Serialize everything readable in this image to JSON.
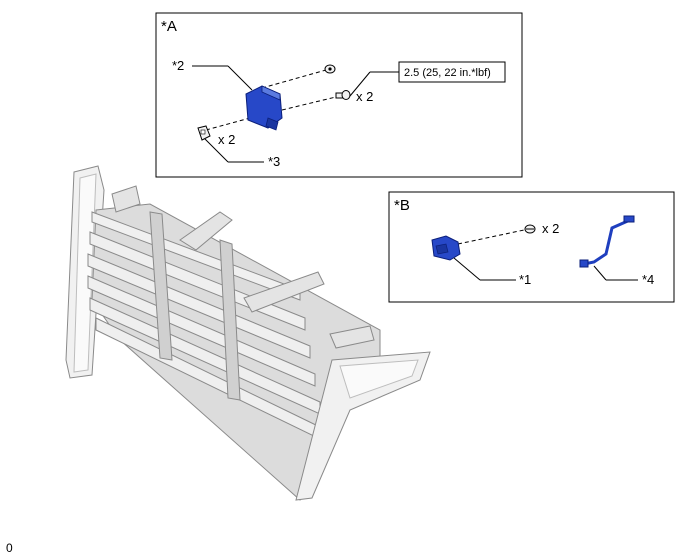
{
  "view_a": {
    "label": "*A"
  },
  "view_b": {
    "label": "*B"
  },
  "callouts": {
    "c1": "*1",
    "c2": "*2",
    "c3": "*3",
    "c4": "*4"
  },
  "quantities": {
    "bolt_a": "x 2",
    "clip_a": "x 2",
    "screw_b": "x 2"
  },
  "torque": {
    "spec": "2.5 (25, 22 in.*lbf)"
  },
  "page_mark": "0",
  "colors": {
    "part_blue": "#1f3fbf",
    "part_blue_dark": "#0b1f7a",
    "grille_fill": "#e6e6e6",
    "grille_stroke": "#8a8a8a"
  }
}
